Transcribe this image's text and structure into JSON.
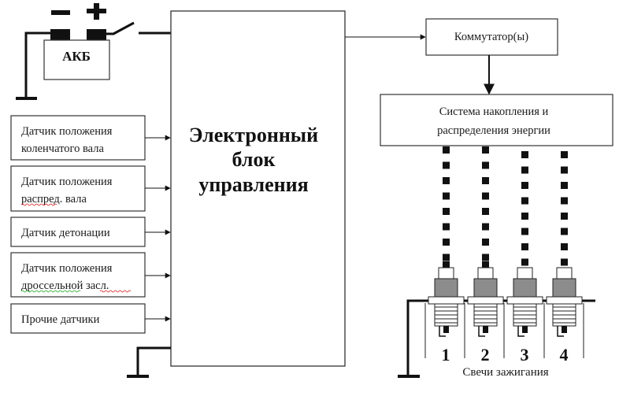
{
  "battery": {
    "label": "АКБ",
    "minus_symbol": "−",
    "plus_symbol": "+"
  },
  "ecu": {
    "lines": [
      "Электронный",
      "блок",
      "управления"
    ]
  },
  "sensors": [
    {
      "lines": [
        "Датчик положения",
        "коленчатого вала"
      ],
      "spellcheck": []
    },
    {
      "lines": [
        "Датчик положения",
        "распред. вала"
      ],
      "spellcheck": [
        "red"
      ]
    },
    {
      "lines": [
        "Датчик детонации"
      ],
      "spellcheck": []
    },
    {
      "lines": [
        "Датчик положения",
        "дроссельной засл."
      ],
      "spellcheck": [
        "green",
        "red"
      ]
    },
    {
      "lines": [
        "Прочие датчики"
      ],
      "spellcheck": []
    }
  ],
  "commutator": {
    "label": "Коммутатор(ы)"
  },
  "energy_system": {
    "lines": [
      "Система накопления и",
      "распределения энергии"
    ]
  },
  "spark_plugs": {
    "caption": "Свечи зажигания",
    "numbers": [
      "1",
      "2",
      "3",
      "4"
    ]
  },
  "colors": {
    "line": "#111111",
    "plug_body": "#8c8c8c",
    "spellcheck_red": "#dd2222",
    "spellcheck_green": "#22aa22"
  }
}
